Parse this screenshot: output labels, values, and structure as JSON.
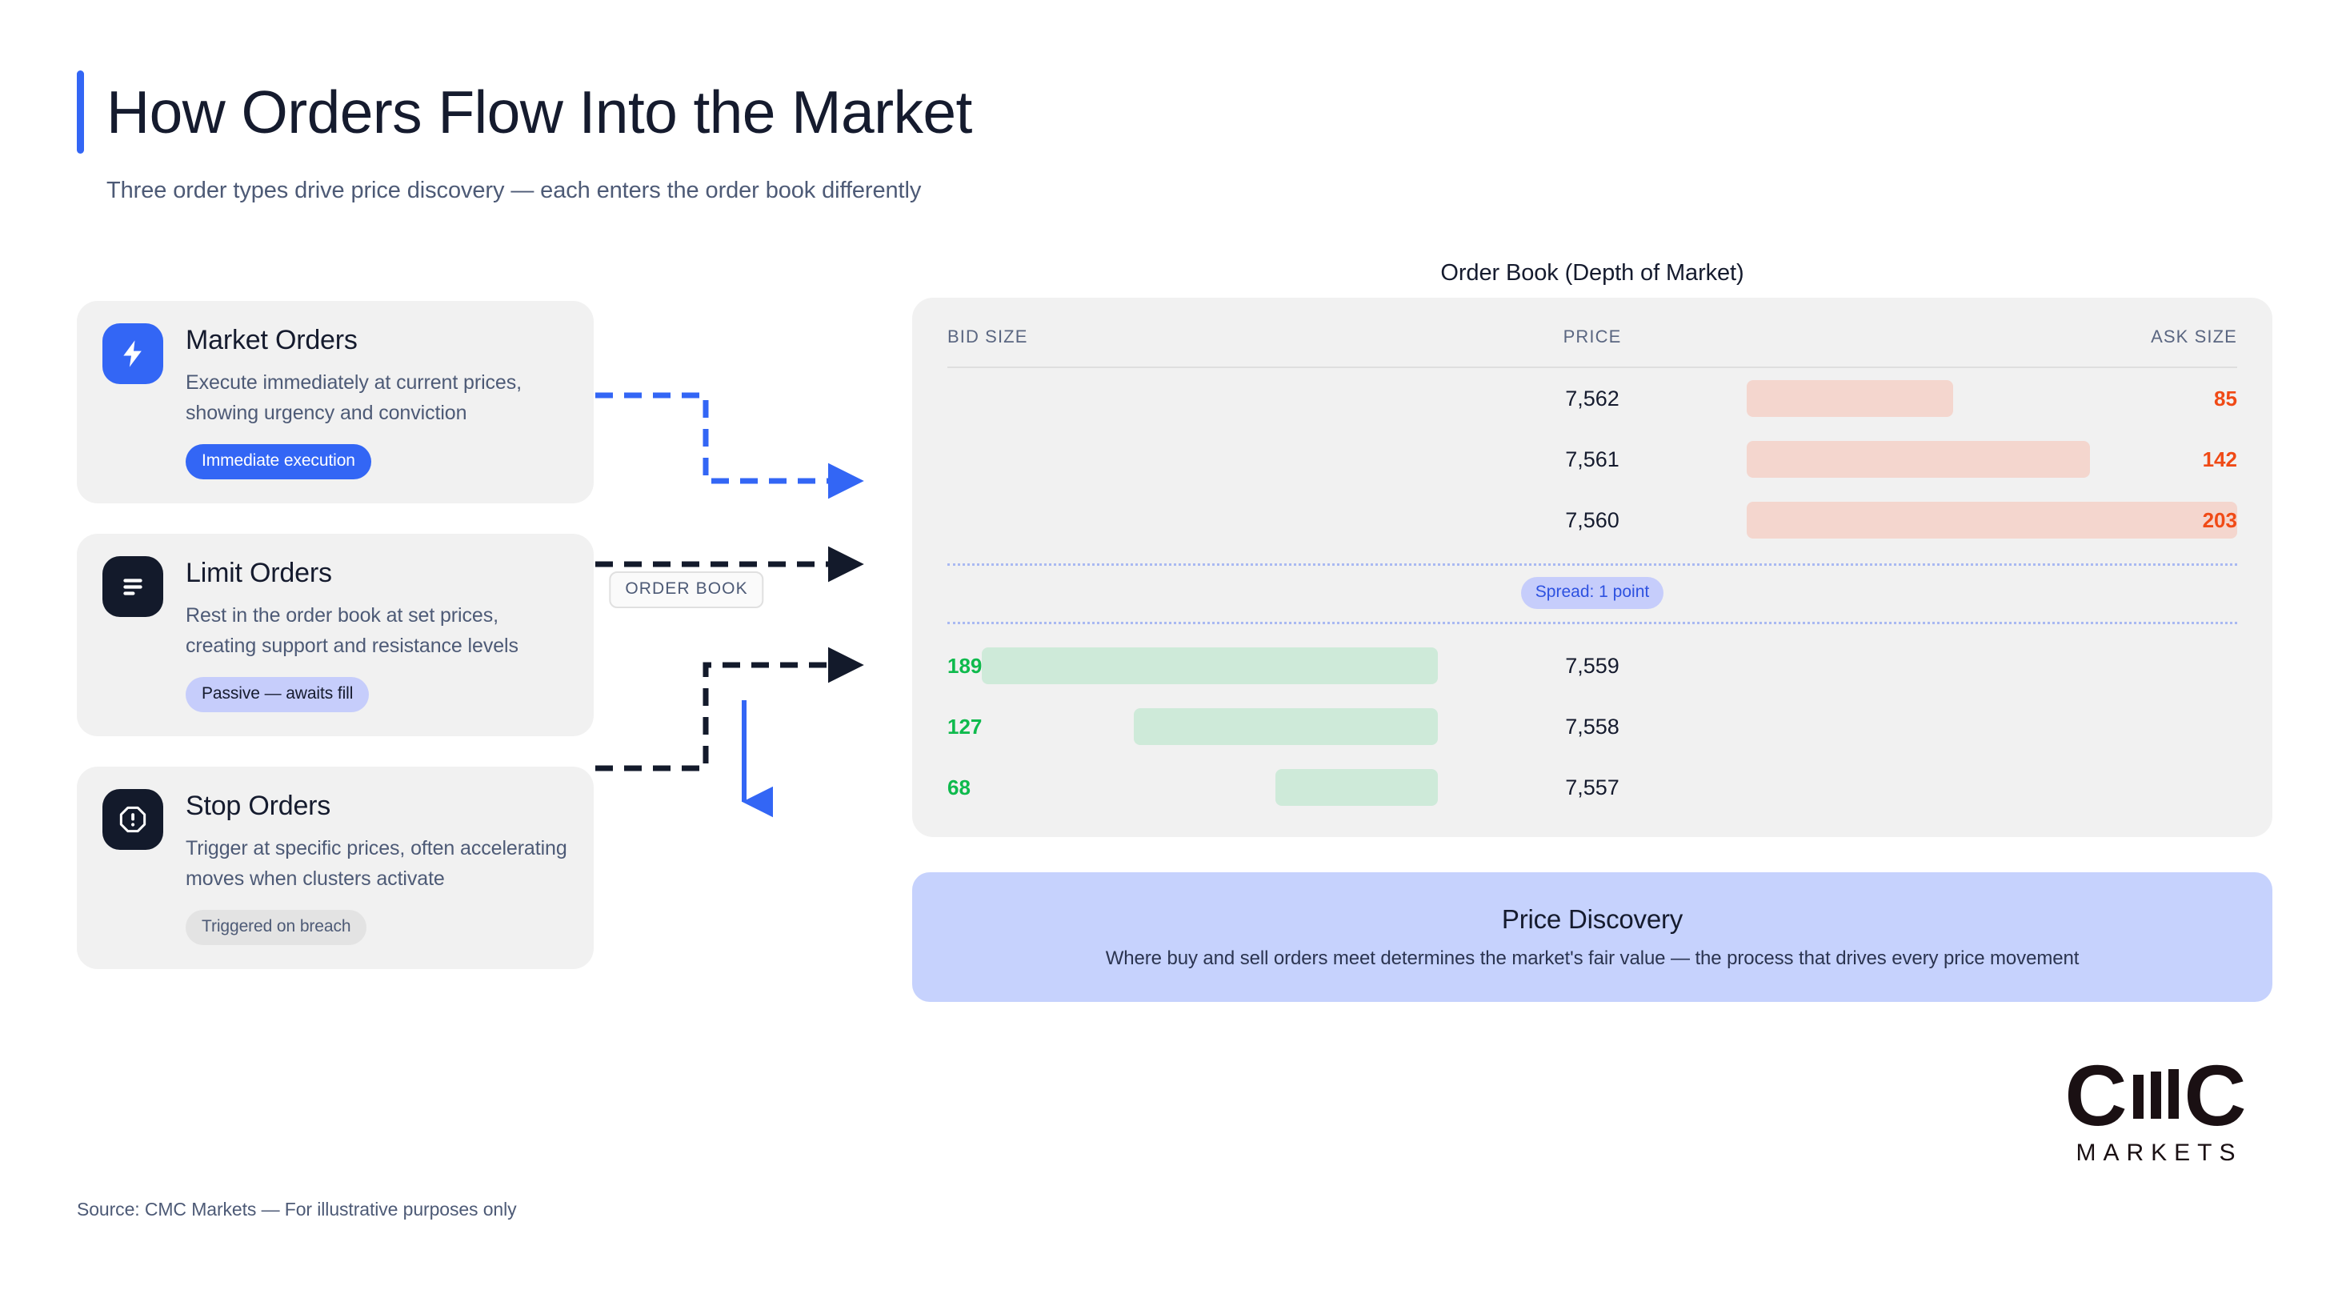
{
  "header": {
    "title": "How Orders Flow Into the Market",
    "subtitle": "Three order types drive price discovery — each enters the order book differently",
    "accent_color": "#3366F5"
  },
  "order_types": [
    {
      "icon": "lightning-bolt-icon",
      "title": "Market Orders",
      "description": "Execute immediately at current prices, showing urgency and conviction",
      "badge": "Immediate execution",
      "badge_style": "blue",
      "icon_style": "blue"
    },
    {
      "icon": "list-lines-icon",
      "title": "Limit Orders",
      "description": "Rest in the order book at set prices, creating support and resistance levels",
      "badge": "Passive — awaits fill",
      "badge_style": "lavender",
      "icon_style": "dark"
    },
    {
      "icon": "octagon-alert-icon",
      "title": "Stop Orders",
      "description": "Trigger at specific prices, often accelerating moves when clusters activate",
      "badge": "Triggered on breach",
      "badge_style": "grey",
      "icon_style": "dark"
    }
  ],
  "connectors": {
    "label": "ORDER BOOK",
    "market_flow_color": "#3366F5",
    "limit_flow_color": "#131A2B",
    "stop_flow_color": "#131A2B",
    "down_arrow_color": "#3366F5"
  },
  "order_book": {
    "title": "Order Book (Depth of Market)",
    "columns": {
      "bid": "BID SIZE",
      "price": "PRICE",
      "ask": "ASK SIZE"
    },
    "spread_label": "Spread: 1 point",
    "ask_color": "#F04A16",
    "bid_color": "#0FBA4D",
    "ask_bar_color": "#F4D6CE",
    "bid_bar_color": "#CEEAD9"
  },
  "chart_data": {
    "type": "bar",
    "title": "Order Book (Depth of Market)",
    "xlabel": "",
    "ylabel": "Price",
    "asks": [
      {
        "price": "7,562",
        "size": 85,
        "bar_pct": 42
      },
      {
        "price": "7,561",
        "size": 142,
        "bar_pct": 70
      },
      {
        "price": "7,560",
        "size": 203,
        "bar_pct": 100
      }
    ],
    "bids": [
      {
        "price": "7,559",
        "size": 189,
        "bar_pct": 93
      },
      {
        "price": "7,558",
        "size": 127,
        "bar_pct": 62
      },
      {
        "price": "7,557",
        "size": 68,
        "bar_pct": 33
      }
    ],
    "spread": 1,
    "max_size": 203,
    "legend": [
      "BID SIZE",
      "ASK SIZE"
    ]
  },
  "discovery": {
    "title": "Price Discovery",
    "subtitle": "Where buy and sell orders meet determines the market's fair value — the process that drives every price movement"
  },
  "logo": {
    "mark_left": "C",
    "mark_right": "C",
    "wordmark": "MARKETS"
  },
  "footer": {
    "source": "Source: CMC Markets — For illustrative purposes only"
  }
}
